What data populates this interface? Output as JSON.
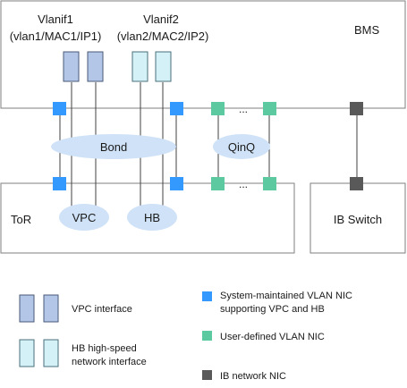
{
  "bms": {
    "label": "BMS",
    "vlanif1": {
      "name": "Vlanif1",
      "detail": "(vlan1/MAC1/IP1)"
    },
    "vlanif2": {
      "name": "Vlanif2",
      "detail": "(vlan2/MAC2/IP2)"
    }
  },
  "middle": {
    "bond_label": "Bond",
    "qinq_label": "QinQ",
    "ellipsis": "..."
  },
  "tor": {
    "label": "ToR",
    "vpc_label": "VPC",
    "hb_label": "HB"
  },
  "ib_switch": {
    "label": "IB Switch"
  },
  "legend": {
    "vpc_interface": "VPC interface",
    "hb_interface_line1": "HB high-speed",
    "hb_interface_line2": "network interface",
    "system_nic_line1": "System-maintained VLAN NIC",
    "system_nic_line2": "supporting VPC and HB",
    "user_nic": "User-defined VLAN NIC",
    "ib_nic": "IB network NIC"
  },
  "colors": {
    "system_nic": "#3399ff",
    "user_nic": "#5cc9a0",
    "ib_nic": "#595959",
    "vpc_interface_fill": "#b3c6e8",
    "vpc_interface_stroke": "#4a5a78",
    "hb_interface_fill": "#d4f1f7",
    "hb_interface_stroke": "#4a6f78",
    "ellipse_fill": "#cfe2f7",
    "box_stroke": "#7f7f7f"
  }
}
